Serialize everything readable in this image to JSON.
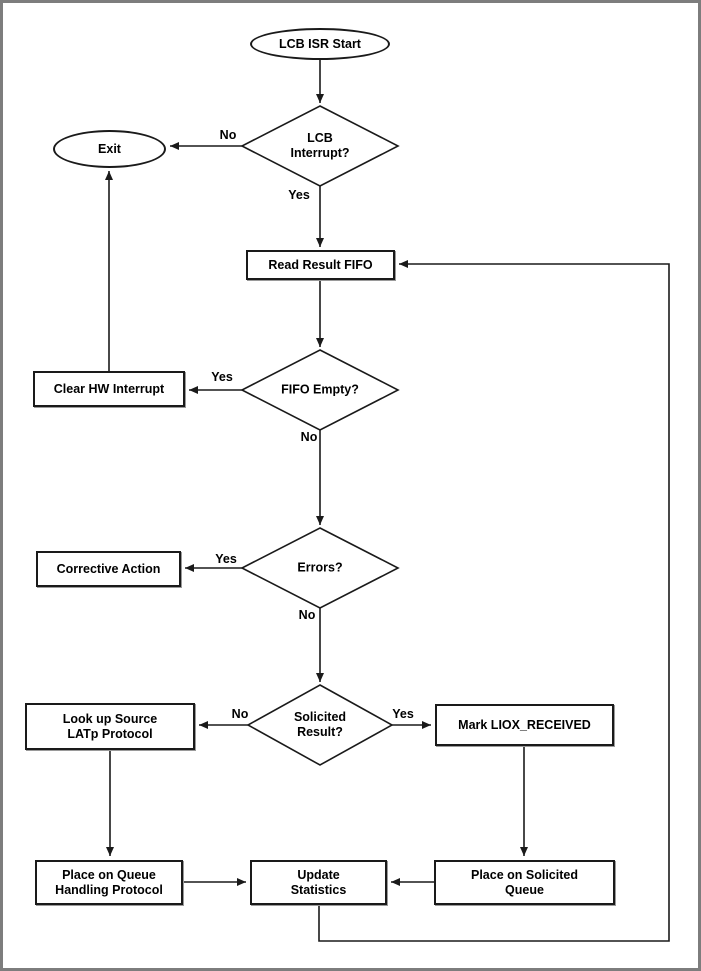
{
  "page": {
    "background": "#ffffff",
    "frame_color": "#7d7d7d",
    "line_color": "#1a1a1a"
  },
  "flowchart": {
    "nodes": {
      "start": "LCB ISR Start",
      "lcb_interrupt": "LCB\nInterrupt?",
      "exit": "Exit",
      "read_result_fifo": "Read Result FIFO",
      "fifo_empty": "FIFO Empty?",
      "clear_hw_interrupt": "Clear HW Interrupt",
      "errors": "Errors?",
      "corrective_action": "Corrective Action",
      "solicited_result": "Solicited\nResult?",
      "lookup_source_latp": "Look up Source\nLATp Protocol",
      "mark_liox_received": "Mark LIOX_RECEIVED",
      "place_on_queue_handling": "Place on Queue\nHandling Protocol",
      "update_statistics": "Update\nStatistics",
      "place_on_solicited_queue": "Place on Solicited\nQueue"
    },
    "edge_labels": {
      "lcb_no": "No",
      "lcb_yes": "Yes",
      "fifo_yes": "Yes",
      "fifo_no": "No",
      "errors_yes": "Yes",
      "errors_no": "No",
      "solicited_no": "No",
      "solicited_yes": "Yes"
    }
  }
}
